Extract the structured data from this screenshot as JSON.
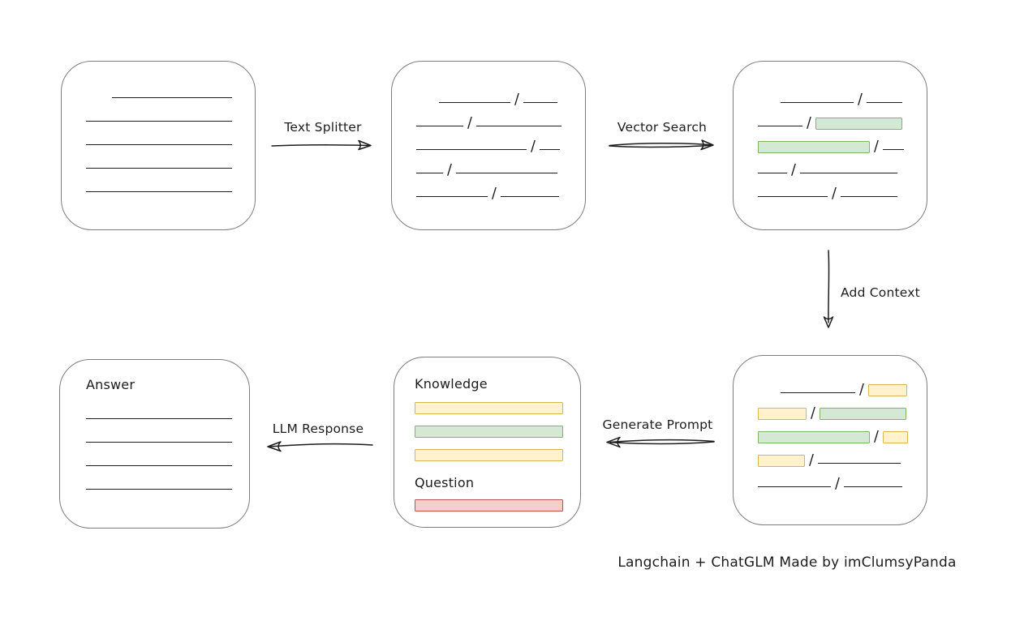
{
  "diagram": {
    "caption": "Langchain + ChatGLM Made by imClumsyPanda",
    "slash_char": "/",
    "colors": {
      "ink": "#1c1c1c",
      "box_border": "#7d7d7d",
      "green_fill": "#d5e8d4",
      "green_border": "#82b366",
      "yellow_fill": "#fff2cc",
      "yellow_border": "#d6b656",
      "red_fill": "#f8cecc",
      "red_border": "#b85450"
    },
    "arrows": {
      "text_splitter": {
        "label": "Text Splitter"
      },
      "vector_search": {
        "label": "Vector Search"
      },
      "add_context": {
        "label": "Add Context"
      },
      "generate_prompt": {
        "label": "Generate Prompt"
      },
      "llm_response": {
        "label": "LLM Response"
      }
    },
    "boxes": {
      "document": {
        "rows": [
          {
            "indent": 32,
            "segments": [
              {
                "t": "line",
                "w": 148
              }
            ]
          },
          {
            "segments": [
              {
                "t": "line",
                "w": 180
              }
            ]
          },
          {
            "segments": [
              {
                "t": "line",
                "w": 180
              }
            ]
          },
          {
            "segments": [
              {
                "t": "line",
                "w": 180
              }
            ]
          },
          {
            "segments": [
              {
                "t": "line",
                "w": 180
              }
            ]
          }
        ]
      },
      "chunks": {
        "rows": [
          {
            "indent": 28,
            "segments": [
              {
                "t": "line",
                "w": 88
              },
              {
                "t": "slash"
              },
              {
                "t": "line",
                "w": 42
              }
            ]
          },
          {
            "segments": [
              {
                "t": "line",
                "w": 58
              },
              {
                "t": "slash"
              },
              {
                "t": "line",
                "w": 105
              }
            ]
          },
          {
            "segments": [
              {
                "t": "line",
                "w": 136
              },
              {
                "t": "slash"
              },
              {
                "t": "line",
                "w": 25
              }
            ]
          },
          {
            "segments": [
              {
                "t": "line",
                "w": 33
              },
              {
                "t": "slash"
              },
              {
                "t": "line",
                "w": 125
              }
            ]
          },
          {
            "segments": [
              {
                "t": "line",
                "w": 88
              },
              {
                "t": "slash"
              },
              {
                "t": "line",
                "w": 72
              }
            ]
          }
        ]
      },
      "matched_chunks": {
        "rows": [
          {
            "indent": 28,
            "segments": [
              {
                "t": "line",
                "w": 90
              },
              {
                "t": "slash"
              },
              {
                "t": "line",
                "w": 44
              }
            ]
          },
          {
            "segments": [
              {
                "t": "line",
                "w": 55
              },
              {
                "t": "slash"
              },
              {
                "t": "green",
                "w": 107
              }
            ]
          },
          {
            "segments": [
              {
                "t": "green",
                "w": 138
              },
              {
                "t": "slash"
              },
              {
                "t": "line",
                "w": 26
              }
            ]
          },
          {
            "segments": [
              {
                "t": "line",
                "w": 36
              },
              {
                "t": "slash"
              },
              {
                "t": "line",
                "w": 120
              }
            ]
          },
          {
            "segments": [
              {
                "t": "line",
                "w": 86
              },
              {
                "t": "slash"
              },
              {
                "t": "line",
                "w": 70
              }
            ]
          }
        ]
      },
      "context_chunks": {
        "rows": [
          {
            "indent": 28,
            "segments": [
              {
                "t": "line",
                "w": 92
              },
              {
                "t": "slash"
              },
              {
                "t": "yellow",
                "w": 48
              }
            ]
          },
          {
            "segments": [
              {
                "t": "yellow",
                "w": 60
              },
              {
                "t": "slash"
              },
              {
                "t": "green",
                "w": 107
              }
            ]
          },
          {
            "segments": [
              {
                "t": "green",
                "w": 138
              },
              {
                "t": "slash"
              },
              {
                "t": "yellow",
                "w": 31
              }
            ]
          },
          {
            "segments": [
              {
                "t": "yellow",
                "w": 58
              },
              {
                "t": "slash"
              },
              {
                "t": "line",
                "w": 102
              }
            ]
          },
          {
            "segments": [
              {
                "t": "line",
                "w": 90
              },
              {
                "t": "slash"
              },
              {
                "t": "line",
                "w": 72
              }
            ]
          }
        ]
      },
      "prompt": {
        "knowledge_label": "Knowledge",
        "question_label": "Question",
        "knowledge_bars": [
          "yellow",
          "green",
          "yellow"
        ],
        "question_bars": [
          "red"
        ]
      },
      "answer": {
        "label": "Answer",
        "rows": [
          {
            "segments": [
              {
                "t": "line",
                "w": 180
              }
            ]
          },
          {
            "segments": [
              {
                "t": "line",
                "w": 180
              }
            ]
          },
          {
            "segments": [
              {
                "t": "line",
                "w": 180
              }
            ]
          },
          {
            "segments": [
              {
                "t": "line",
                "w": 180
              }
            ]
          }
        ]
      }
    }
  }
}
